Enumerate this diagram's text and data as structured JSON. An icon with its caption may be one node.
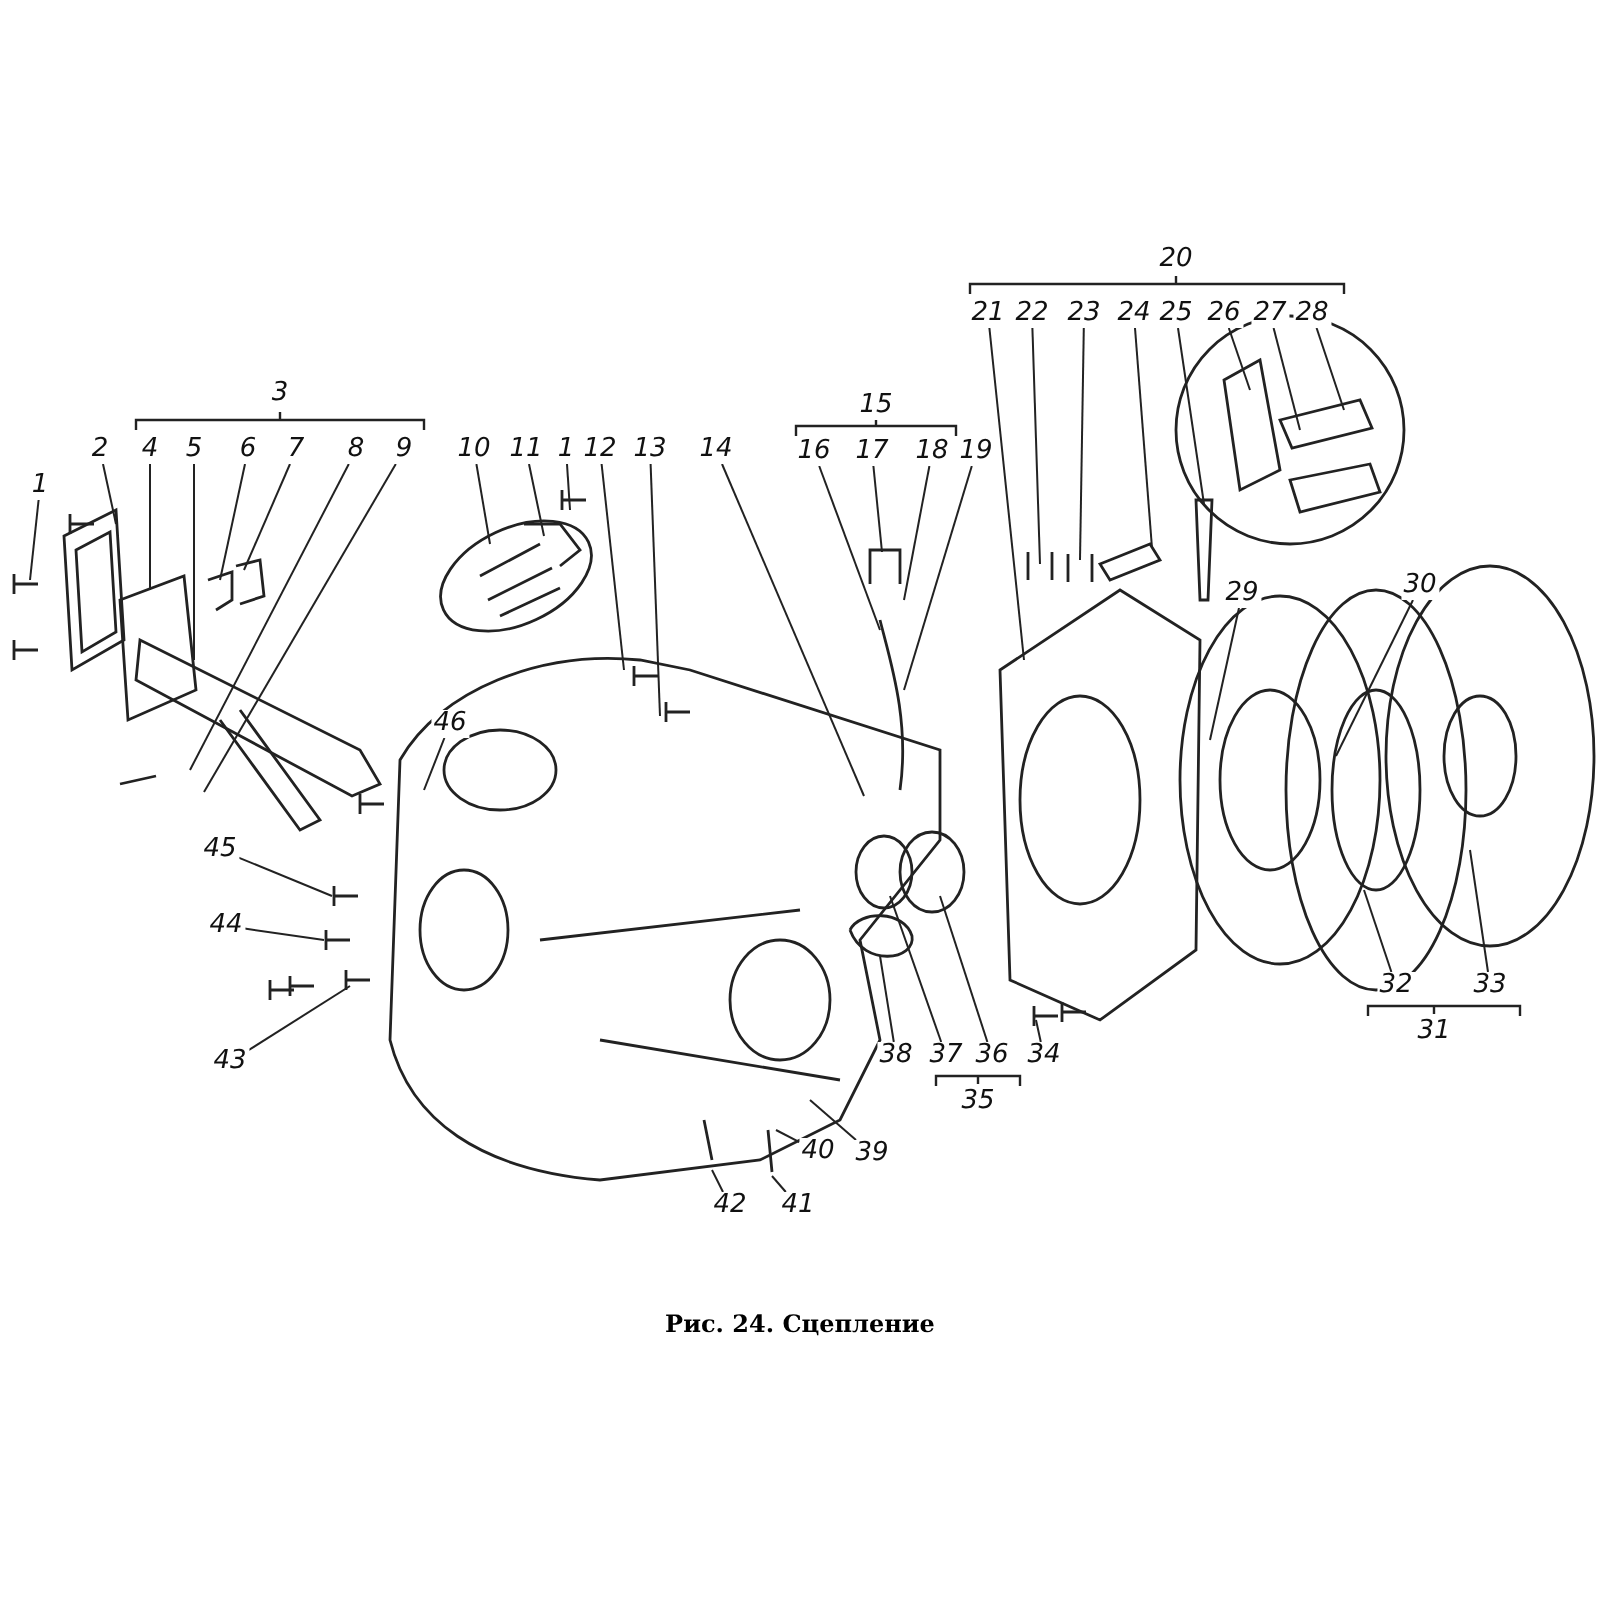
{
  "diagram": {
    "caption": "Рис. 24. Сцепление",
    "nodes": [
      {
        "text": [
          "1"
        ]
      },
      {
        "text": [
          "2"
        ]
      },
      {
        "text": [
          "4"
        ]
      },
      {
        "text": [
          "5"
        ]
      },
      {
        "text": [
          "6"
        ]
      },
      {
        "text": [
          "7"
        ]
      },
      {
        "text": [
          "8"
        ]
      },
      {
        "text": [
          "9"
        ]
      },
      {
        "text": [
          "10"
        ]
      },
      {
        "text": [
          "11"
        ]
      },
      {
        "text": [
          "1"
        ]
      },
      {
        "text": [
          "12"
        ]
      },
      {
        "text": [
          "13"
        ]
      },
      {
        "text": [
          "14"
        ]
      },
      {
        "text": [
          "16"
        ]
      },
      {
        "text": [
          "17"
        ]
      },
      {
        "text": [
          "18"
        ]
      },
      {
        "text": [
          "19"
        ]
      },
      {
        "text": [
          "21"
        ]
      },
      {
        "text": [
          "22"
        ]
      },
      {
        "text": [
          "23"
        ]
      },
      {
        "text": [
          "24"
        ]
      },
      {
        "text": [
          "25"
        ]
      },
      {
        "text": [
          "26"
        ]
      },
      {
        "text": [
          "27"
        ]
      },
      {
        "text": [
          "28"
        ]
      },
      {
        "text": [
          "29"
        ]
      },
      {
        "text": [
          "30"
        ]
      },
      {
        "text": [
          "32"
        ]
      },
      {
        "text": [
          "33"
        ]
      },
      {
        "text": [
          "38"
        ]
      },
      {
        "text": [
          "37"
        ]
      },
      {
        "text": [
          "36"
        ]
      },
      {
        "text": [
          "34"
        ]
      },
      {
        "text": [
          "39"
        ]
      },
      {
        "text": [
          "40"
        ]
      },
      {
        "text": [
          "42"
        ]
      },
      {
        "text": [
          "41"
        ]
      },
      {
        "text": [
          "43"
        ]
      },
      {
        "text": [
          "44"
        ]
      },
      {
        "text": [
          "45"
        ]
      },
      {
        "text": [
          "46"
        ]
      },
      {
        "text": [
          "3"
        ]
      },
      {
        "text": [
          "15"
        ]
      },
      {
        "text": [
          "20"
        ]
      },
      {
        "text": [
          "31"
        ]
      },
      {
        "text": [
          "35"
        ]
      }
    ],
    "edges": [
      {
        "from": 0,
        "to": null,
        "arrow": "none"
      },
      {
        "from": 1,
        "to": null,
        "arrow": "none"
      },
      {
        "from": 2,
        "to": null,
        "arrow": "none"
      },
      {
        "from": 3,
        "to": null,
        "arrow": "none"
      },
      {
        "from": 4,
        "to": null,
        "arrow": "none"
      },
      {
        "from": 5,
        "to": null,
        "arrow": "none"
      },
      {
        "from": 6,
        "to": null,
        "arrow": "none"
      },
      {
        "from": 7,
        "to": null,
        "arrow": "none"
      },
      {
        "from": 8,
        "to": null,
        "arrow": "none"
      },
      {
        "from": 9,
        "to": null,
        "arrow": "none"
      },
      {
        "from": 10,
        "to": null,
        "arrow": "none"
      },
      {
        "from": 11,
        "to": null,
        "arrow": "none"
      },
      {
        "from": 12,
        "to": null,
        "arrow": "none"
      },
      {
        "from": 13,
        "to": null,
        "arrow": "none"
      },
      {
        "from": 14,
        "to": null,
        "arrow": "none"
      },
      {
        "from": 15,
        "to": null,
        "arrow": "none"
      },
      {
        "from": 16,
        "to": null,
        "arrow": "none"
      },
      {
        "from": 17,
        "to": null,
        "arrow": "none"
      },
      {
        "from": 18,
        "to": null,
        "arrow": "none"
      },
      {
        "from": 19,
        "to": null,
        "arrow": "none"
      },
      {
        "from": 20,
        "to": null,
        "arrow": "none"
      },
      {
        "from": 21,
        "to": null,
        "arrow": "none"
      },
      {
        "from": 22,
        "to": null,
        "arrow": "none"
      },
      {
        "from": 23,
        "to": null,
        "arrow": "none"
      },
      {
        "from": 24,
        "to": null,
        "arrow": "none"
      },
      {
        "from": 25,
        "to": null,
        "arrow": "none"
      },
      {
        "from": 26,
        "to": null,
        "arrow": "none"
      },
      {
        "from": 27,
        "to": null,
        "arrow": "none"
      },
      {
        "from": 28,
        "to": null,
        "arrow": "none"
      },
      {
        "from": 29,
        "to": null,
        "arrow": "none"
      },
      {
        "from": 30,
        "to": null,
        "arrow": "none"
      },
      {
        "from": 31,
        "to": null,
        "arrow": "none"
      },
      {
        "from": 32,
        "to": null,
        "arrow": "none"
      },
      {
        "from": 33,
        "to": null,
        "arrow": "none"
      },
      {
        "from": 34,
        "to": null,
        "arrow": "none"
      },
      {
        "from": 35,
        "to": null,
        "arrow": "none"
      },
      {
        "from": 36,
        "to": null,
        "arrow": "none"
      },
      {
        "from": 37,
        "to": null,
        "arrow": "none"
      },
      {
        "from": 38,
        "to": null,
        "arrow": "none"
      },
      {
        "from": 39,
        "to": null,
        "arrow": "none"
      },
      {
        "from": 40,
        "to": null,
        "arrow": "none"
      },
      {
        "from": 41,
        "to": null,
        "arrow": "none"
      }
    ]
  }
}
